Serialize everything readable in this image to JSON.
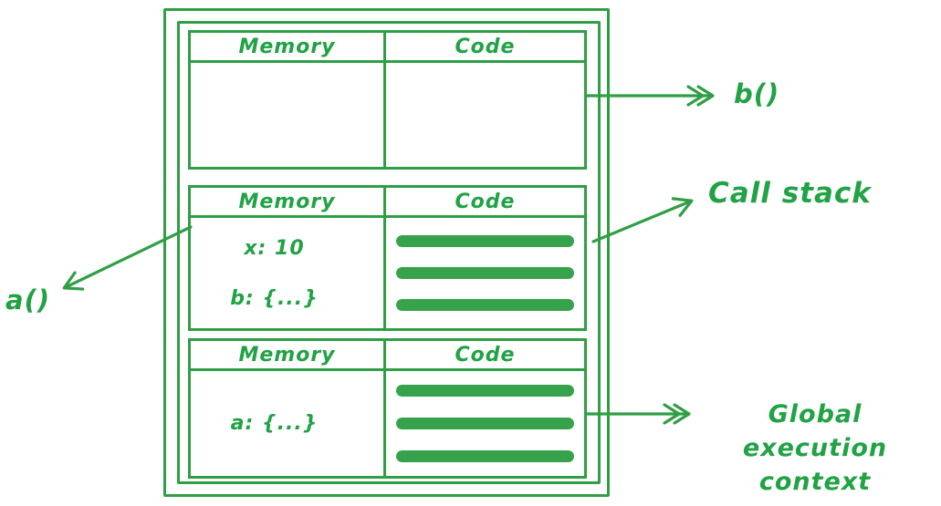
{
  "colors": {
    "line_green": "#2f9e44",
    "text_green": "#20a245",
    "bar_green": "#36a24b",
    "background": "#ffffff"
  },
  "tables": [
    {
      "memory_header": "Memory",
      "code_header": "Code",
      "memory_items": [],
      "code_line_count": 0
    },
    {
      "memory_header": "Memory",
      "code_header": "Code",
      "memory_items": [
        "x: 10",
        "b: {...}"
      ],
      "code_line_count": 3
    },
    {
      "memory_header": "Memory",
      "code_header": "Code",
      "memory_items": [
        "a: {...}"
      ],
      "code_line_count": 3
    }
  ],
  "annotations": {
    "function_b_label": "b()",
    "call_stack_label": "Call stack",
    "function_a_label": "a()",
    "global_context_label_line1": "Global execution",
    "global_context_label_line2": "context"
  }
}
